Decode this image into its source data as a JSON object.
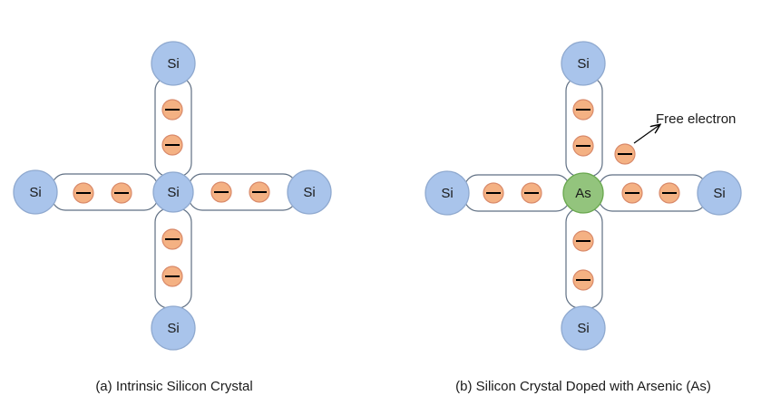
{
  "colors": {
    "silicon": "#a9c4eb",
    "arsenic": "#93c47d",
    "electron": "#f4b183",
    "bond_outline": "#5f6f83"
  },
  "electron_symbol": "—",
  "diagram_a": {
    "caption": "(a) Intrinsic Silicon Crystal",
    "center_label": "Si",
    "top_label": "Si",
    "bottom_label": "Si",
    "left_label": "Si",
    "right_label": "Si"
  },
  "diagram_b": {
    "caption": "(b) Silicon Crystal Doped with Arsenic (As)",
    "center_label": "As",
    "top_label": "Si",
    "bottom_label": "Si",
    "left_label": "Si",
    "right_label": "Si",
    "free_electron_label": "Free electron"
  }
}
